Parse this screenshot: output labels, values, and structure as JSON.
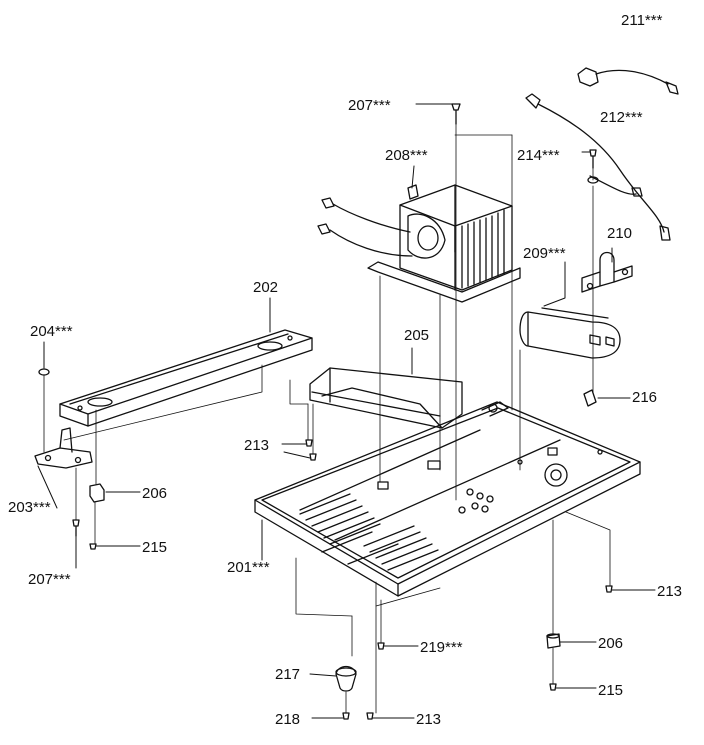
{
  "diagram": {
    "labels": [
      {
        "id": "l211a",
        "text": "211***"
      },
      {
        "id": "l212a",
        "text": "212***"
      },
      {
        "id": "l207a",
        "text": "207***"
      },
      {
        "id": "l208a",
        "text": "208***"
      },
      {
        "id": "l214a",
        "text": "214***"
      },
      {
        "id": "l210a",
        "text": "210"
      },
      {
        "id": "l209a",
        "text": "209***"
      },
      {
        "id": "l202a",
        "text": "202"
      },
      {
        "id": "l204a",
        "text": "204***"
      },
      {
        "id": "l205a",
        "text": "205"
      },
      {
        "id": "l216a",
        "text": "216"
      },
      {
        "id": "l213a",
        "text": "213"
      },
      {
        "id": "l203a",
        "text": "203***"
      },
      {
        "id": "l206a",
        "text": "206"
      },
      {
        "id": "l215a",
        "text": "215"
      },
      {
        "id": "l207b",
        "text": "207***"
      },
      {
        "id": "l201a",
        "text": "201***"
      },
      {
        "id": "l213b",
        "text": "213"
      },
      {
        "id": "l219a",
        "text": "219***"
      },
      {
        "id": "l206b",
        "text": "206"
      },
      {
        "id": "l217a",
        "text": "217"
      },
      {
        "id": "l215b",
        "text": "215"
      },
      {
        "id": "l218a",
        "text": "218"
      },
      {
        "id": "l213c",
        "text": "213"
      }
    ]
  }
}
